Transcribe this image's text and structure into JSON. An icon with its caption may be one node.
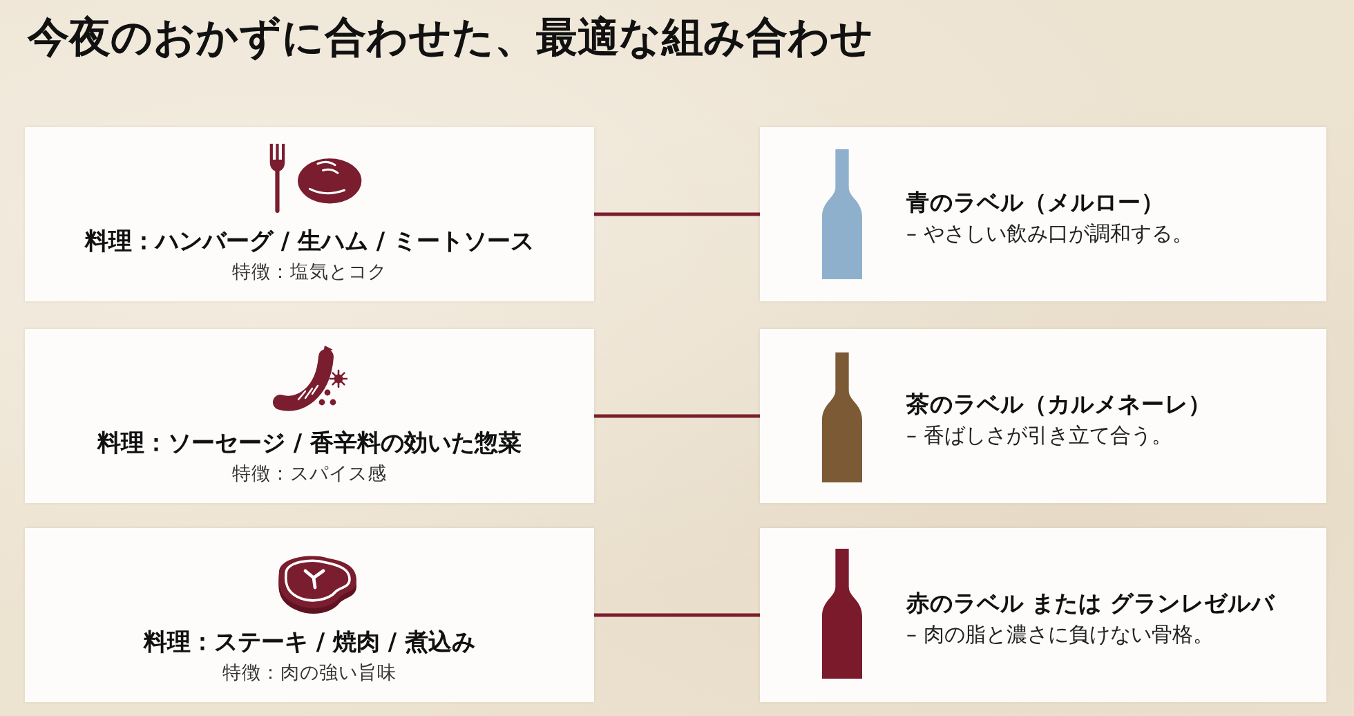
{
  "diagram": {
    "title": "今夜のおかずに合わせた、最適な組み合わせ",
    "nodes": [
      {
        "text": [
          "料理：ハンバーグ / 生ハム / ミートソース",
          "特徴：塩気とコク"
        ]
      },
      {
        "text": [
          "青のラベル（メルロー）",
          "– やさしい飲み口が調和する。"
        ]
      },
      {
        "text": [
          "料理：ソーセージ / 香辛料の効いた惣菜",
          "特徴：スパイス感"
        ]
      },
      {
        "text": [
          "茶のラベル（カルメネーレ）",
          "– 香ばしさが引き立て合う。"
        ]
      },
      {
        "text": [
          "料理：ステーキ / 焼肉 / 煮込み",
          "特徴：肉の強い旨味"
        ]
      },
      {
        "text": [
          "赤のラベル または グランレゼルバ",
          "– 肉の脂と濃さに負けない骨格。"
        ]
      }
    ],
    "edges": [
      {
        "from": 0,
        "to": 1,
        "arrow": "none"
      },
      {
        "from": 2,
        "to": 3,
        "arrow": "none"
      },
      {
        "from": 4,
        "to": 5,
        "arrow": "none"
      }
    ]
  }
}
